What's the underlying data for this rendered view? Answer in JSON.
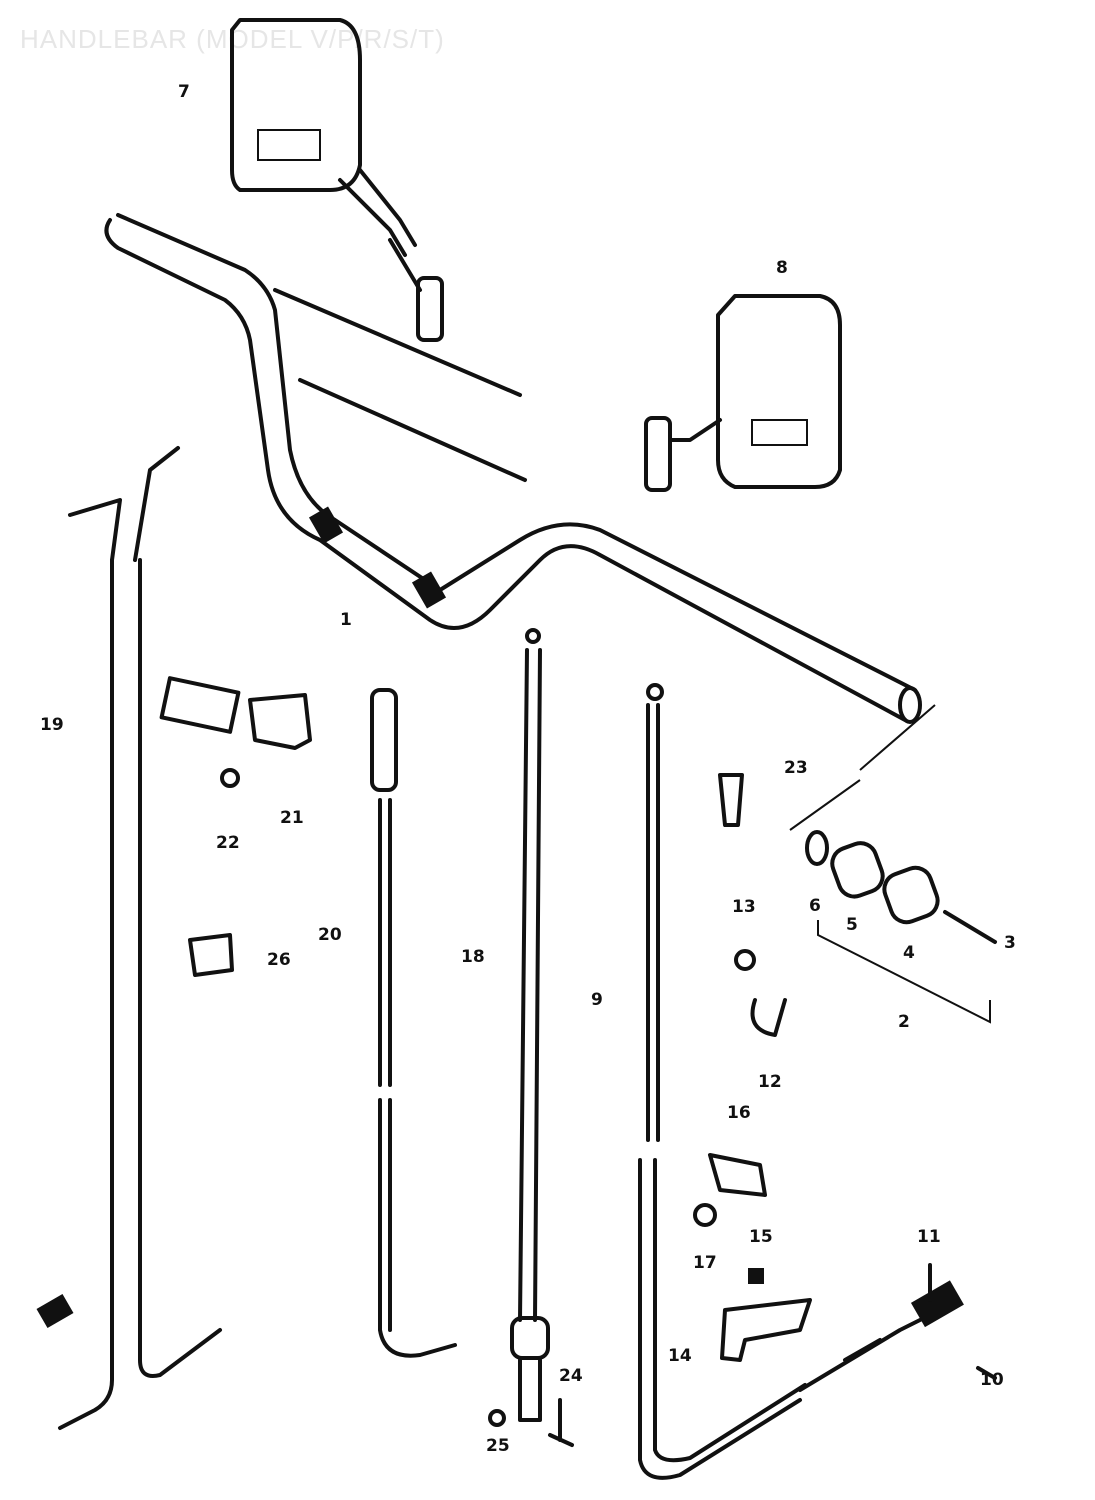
{
  "title": "HANDLEBAR (MODEL V/P/R/S/T)",
  "callouts": [
    {
      "id": "7",
      "part": "mirror-left"
    },
    {
      "id": "8",
      "part": "mirror-right"
    },
    {
      "id": "1",
      "part": "handlebar"
    },
    {
      "id": "19",
      "part": "throttle-cable"
    },
    {
      "id": "21",
      "part": "clamp"
    },
    {
      "id": "22",
      "part": "screw"
    },
    {
      "id": "20",
      "part": "choke-cable"
    },
    {
      "id": "26",
      "part": "cable-clamp"
    },
    {
      "id": "18",
      "part": "clutch-cable"
    },
    {
      "id": "9",
      "part": "brake-cable"
    },
    {
      "id": "23",
      "part": "grip-end"
    },
    {
      "id": "13",
      "part": "bolt"
    },
    {
      "id": "6",
      "part": "washer"
    },
    {
      "id": "5",
      "part": "balancer"
    },
    {
      "id": "4",
      "part": "balancer"
    },
    {
      "id": "3",
      "part": "screw"
    },
    {
      "id": "2",
      "part": "balancer-set"
    },
    {
      "id": "12",
      "part": "clamp"
    },
    {
      "id": "16",
      "part": "bracket"
    },
    {
      "id": "17",
      "part": "bolt"
    },
    {
      "id": "15",
      "part": "bolt"
    },
    {
      "id": "11",
      "part": "spring"
    },
    {
      "id": "14",
      "part": "lever-bracket"
    },
    {
      "id": "10",
      "part": "pin"
    },
    {
      "id": "24",
      "part": "pin"
    },
    {
      "id": "25",
      "part": "clip"
    }
  ]
}
